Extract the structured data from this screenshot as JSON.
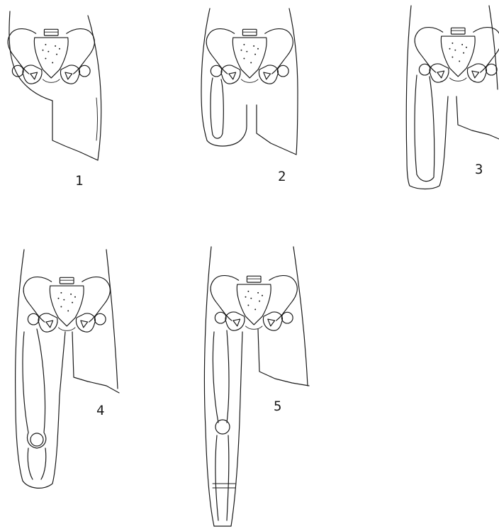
{
  "figure": {
    "panels": [
      {
        "label": "1"
      },
      {
        "label": "2"
      },
      {
        "label": "3"
      },
      {
        "label": "4"
      },
      {
        "label": "5"
      }
    ],
    "colors": {
      "ink": "#1a1a1a",
      "background": "#ffffff"
    }
  }
}
